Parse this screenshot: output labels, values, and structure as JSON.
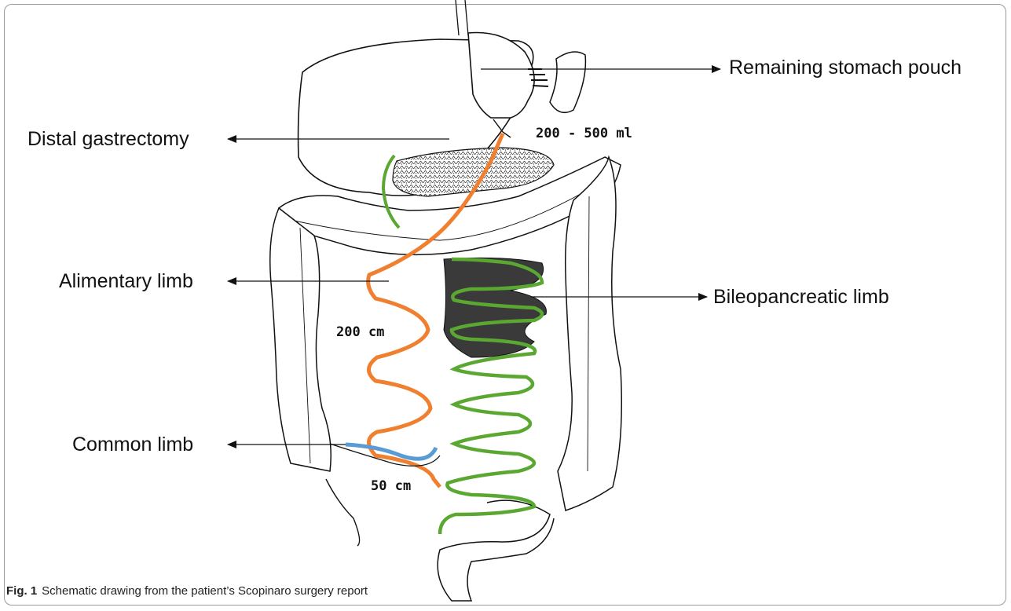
{
  "figure": {
    "fig_label": "Fig. 1",
    "caption": "Schematic drawing from the patient’s Scopinaro surgery report"
  },
  "labels": {
    "distal_gastrectomy": "Distal gastrectomy",
    "remaining_stomach_pouch": "Remaining stomach pouch",
    "alimentary_limb": "Alimentary limb",
    "bileopancreatic_limb": "Bileopancreatic limb",
    "common_limb": "Common limb"
  },
  "measurements": {
    "pouch_volume": "200 - 500 ml",
    "alimentary_length": "200 cm",
    "common_length": "50 cm"
  },
  "colors": {
    "alimentary": "#f08030",
    "bileopancreatic": "#5aa832",
    "common": "#5b9bd5",
    "line": "#111111"
  }
}
